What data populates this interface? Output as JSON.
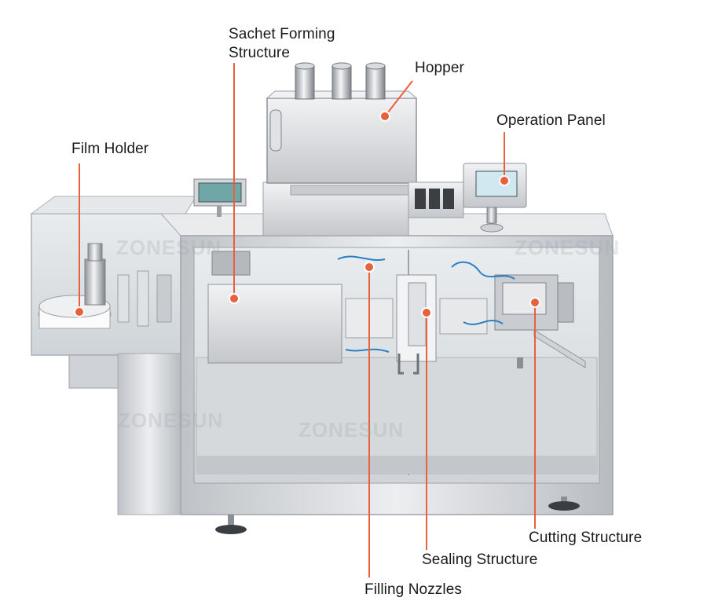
{
  "labels": {
    "sachet_forming_line1": "Sachet Forming",
    "sachet_forming_line2": "Structure",
    "hopper": "Hopper",
    "operation_panel": "Operation Panel",
    "film_holder": "Film Holder",
    "cutting_structure": "Cutting Structure",
    "sealing_structure": "Sealing Structure",
    "filling_nozzles": "Filling Nozzles"
  },
  "watermarks": [
    "ZONESUN",
    "ZONESUN",
    "ZONESUN",
    "ZONESUN"
  ],
  "colors": {
    "callout": "#e8603c",
    "steel_light": "#e6e8ea",
    "steel_mid": "#c9ccd0",
    "steel_dark": "#8e9297",
    "glass": "#d7dcdf",
    "blue_tube": "#2d7fc4",
    "label_text": "#1a1a1a"
  }
}
